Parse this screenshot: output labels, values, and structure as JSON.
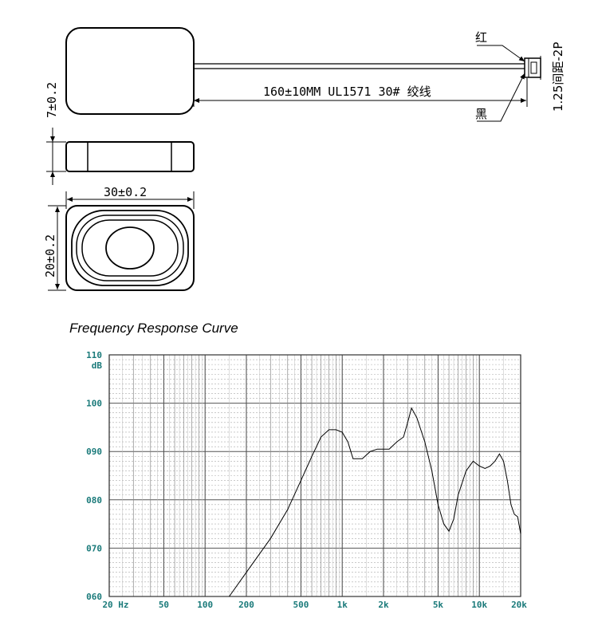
{
  "drawing": {
    "height_dim": "7±0.2",
    "cable_dim": "160±10MM  UL1571 30# 绞线",
    "red_wire": "红",
    "black_wire": "黑",
    "connector": "1.25间距-2P",
    "width_dim": "30±0.2",
    "depth_dim": "20±0.2"
  },
  "chart_data": {
    "type": "line",
    "title": "Frequency Response Curve",
    "x_scale": "log",
    "xlim": [
      20,
      20000
    ],
    "ylim": [
      60,
      110
    ],
    "y_unit": "dB",
    "x_ticks": [
      {
        "value": 20,
        "label": "20 Hz"
      },
      {
        "value": 50,
        "label": "50"
      },
      {
        "value": 100,
        "label": "100"
      },
      {
        "value": 200,
        "label": "200"
      },
      {
        "value": 500,
        "label": "500"
      },
      {
        "value": 1000,
        "label": "1k"
      },
      {
        "value": 2000,
        "label": "2k"
      },
      {
        "value": 5000,
        "label": "5k"
      },
      {
        "value": 10000,
        "label": "10k"
      },
      {
        "value": 20000,
        "label": "20k"
      }
    ],
    "y_ticks": [
      {
        "value": 60,
        "label": "060"
      },
      {
        "value": 70,
        "label": "070"
      },
      {
        "value": 80,
        "label": "080"
      },
      {
        "value": 90,
        "label": "090"
      },
      {
        "value": 100,
        "label": "100"
      },
      {
        "value": 110,
        "label": "110"
      }
    ],
    "grid": true,
    "series": [
      {
        "x": [
          150,
          200,
          300,
          400,
          500,
          600,
          700,
          800,
          900,
          1000,
          1100,
          1200,
          1400,
          1600,
          1800,
          2000,
          2200,
          2500,
          2800,
          3000,
          3200,
          3500,
          4000,
          4500,
          5000,
          5500,
          6000,
          6500,
          7000,
          8000,
          9000,
          10000,
          11000,
          12000,
          13000,
          14000,
          15000,
          16000,
          17000,
          18000,
          19000,
          20000
        ],
        "y": [
          60,
          65,
          72,
          78,
          84,
          89,
          93,
          94.5,
          94.5,
          94,
          92,
          88.5,
          88.5,
          90,
          90.5,
          90.5,
          90.5,
          92,
          93,
          96,
          99,
          97,
          92,
          86,
          79,
          75,
          73.5,
          76,
          81,
          86,
          88,
          87,
          86.5,
          87,
          88,
          89.5,
          88,
          84,
          79,
          77,
          76.5,
          73
        ]
      }
    ]
  }
}
